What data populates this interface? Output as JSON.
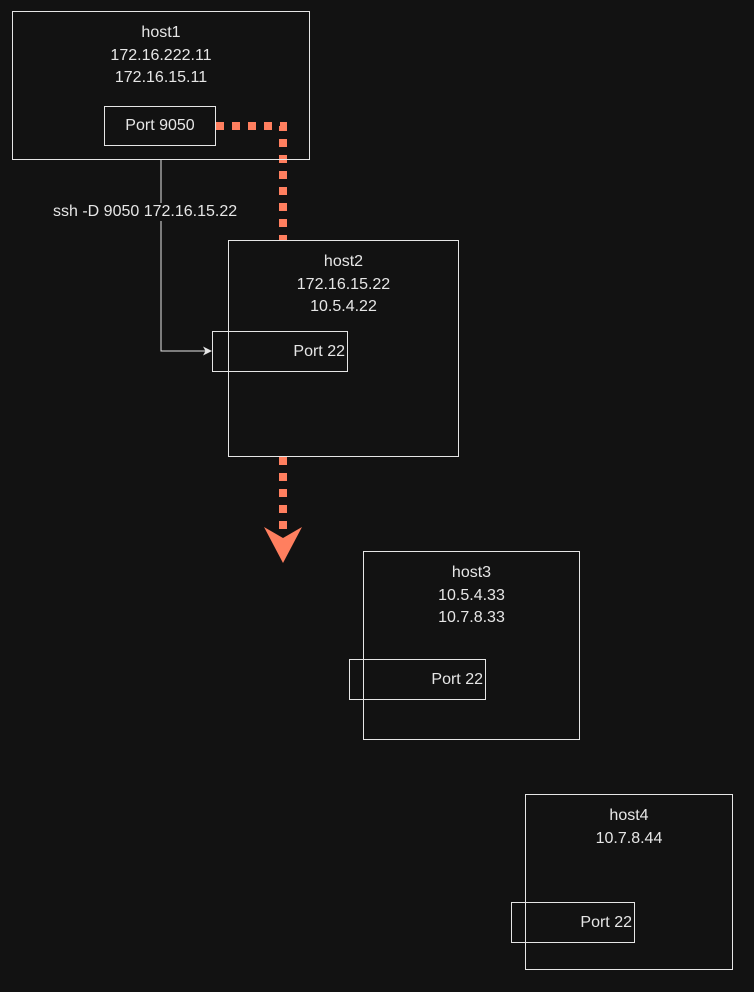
{
  "diagram": {
    "hosts": [
      {
        "id": "host1",
        "name": "host1",
        "addresses": [
          "172.16.222.11",
          "172.16.15.11"
        ],
        "port_label": "Port 9050"
      },
      {
        "id": "host2",
        "name": "host2",
        "addresses": [
          "172.16.15.22",
          "10.5.4.22"
        ],
        "port_label": "Port 22"
      },
      {
        "id": "host3",
        "name": "host3",
        "addresses": [
          "10.5.4.33",
          "10.7.8.33"
        ],
        "port_label": "Port 22"
      },
      {
        "id": "host4",
        "name": "host4",
        "addresses": [
          "10.7.8.44"
        ],
        "port_label": "Port 22"
      }
    ],
    "ssh_command_label": "ssh -D 9050 172.16.15.22",
    "colors": {
      "background": "#121212",
      "stroke": "#e6e6e6",
      "tunnel": "#ff7f5f"
    }
  }
}
